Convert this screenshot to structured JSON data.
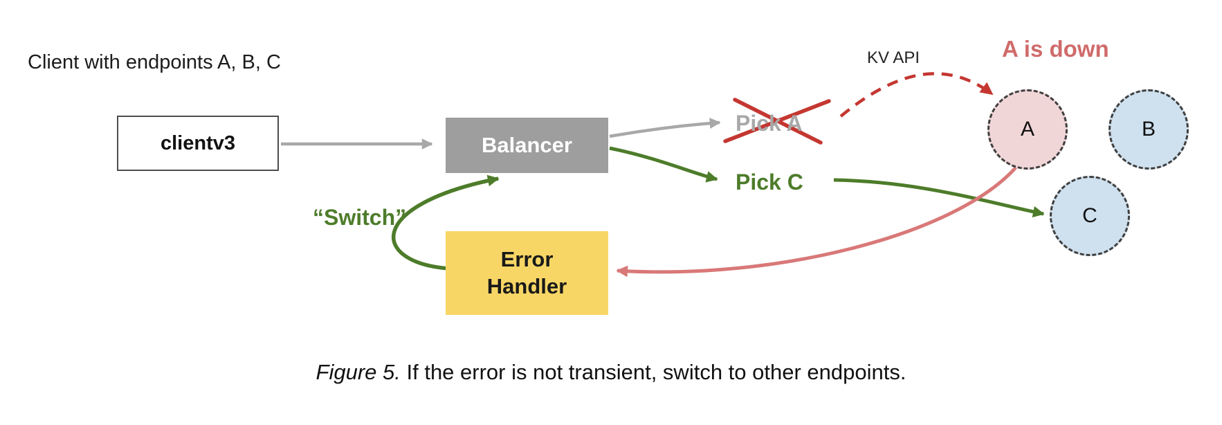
{
  "labels": {
    "client_note": "Client with endpoints A, B, C",
    "clientv3": "clientv3",
    "balancer": "Balancer",
    "pick_a": "Pick A",
    "pick_c": "Pick C",
    "kv_api": "KV API",
    "a_is_down": "A is down",
    "switch": "“Switch”",
    "error_handler_line1": "Error",
    "error_handler_line2": "Handler"
  },
  "nodes": [
    {
      "label": "A"
    },
    {
      "label": "B"
    },
    {
      "label": "C"
    }
  ],
  "caption": {
    "prefix": "Figure 5.",
    "text": " If the error is not transient, switch to other endpoints."
  },
  "colors": {
    "gray_arrow": "#a8a8a8",
    "balancer_gray": "#9e9e9e",
    "green": "#4d7c2a",
    "red": "#c43731",
    "salmon": "#d97878",
    "a_is_down_text": "#d06b6b",
    "node_a_fill": "#f1d6d8",
    "node_bc_fill": "#cfe0ee",
    "error_handler_yellow": "#f8d666"
  }
}
